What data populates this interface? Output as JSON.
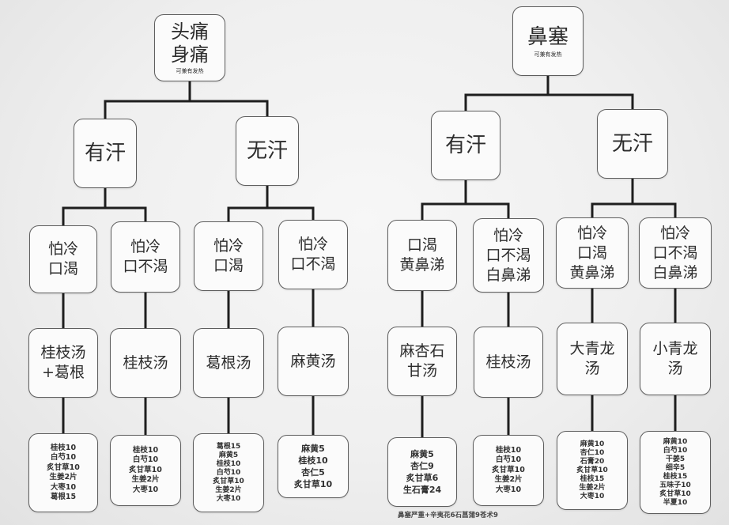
{
  "left_tree": {
    "root": {
      "lines": [
        "头痛",
        "身痛"
      ],
      "note": "可兼有发热"
    },
    "branches": [
      {
        "label": "有汗",
        "children": [
          {
            "condition": [
              "怕冷",
              "口渴"
            ],
            "formula": [
              "桂枝汤",
              "+葛根"
            ],
            "ingredients": [
              "桂枝10",
              "白芍10",
              "炙甘草10",
              "生姜2片",
              "大枣10",
              "葛根15"
            ]
          },
          {
            "condition": [
              "怕冷",
              "口不渴"
            ],
            "formula": [
              "桂枝汤"
            ],
            "ingredients": [
              "桂枝10",
              "白芍10",
              "炙甘草10",
              "生姜2片",
              "大枣10"
            ]
          }
        ]
      },
      {
        "label": "无汗",
        "children": [
          {
            "condition": [
              "怕冷",
              "口渴"
            ],
            "formula": [
              "葛根汤"
            ],
            "ingredients": [
              "葛根15",
              "麻黄5",
              "桂枝10",
              "白芍10",
              "炙甘草10",
              "生姜2片",
              "大枣10"
            ]
          },
          {
            "condition": [
              "怕冷",
              "口不渴"
            ],
            "formula": [
              "麻黄汤"
            ],
            "ingredients": [
              "麻黄5",
              "桂枝10",
              "杏仁5",
              "炙甘草10"
            ]
          }
        ]
      }
    ]
  },
  "right_tree": {
    "root": {
      "lines": [
        "鼻塞"
      ],
      "note": "可兼有发热"
    },
    "branches": [
      {
        "label": "有汗",
        "children": [
          {
            "condition": [
              "口渴",
              "黄鼻涕"
            ],
            "formula": [
              "麻杏石",
              "甘汤"
            ],
            "ingredients": [
              "麻黄5",
              "杏仁9",
              "炙甘草6",
              "生石膏24"
            ]
          },
          {
            "condition": [
              "怕冷",
              "口不渴",
              "白鼻涕"
            ],
            "formula": [
              "桂枝汤"
            ],
            "ingredients": [
              "桂枝10",
              "白芍10",
              "炙甘草10",
              "生姜2片",
              "大枣10"
            ]
          }
        ]
      },
      {
        "label": "无汗",
        "children": [
          {
            "condition": [
              "怕冷",
              "口渴",
              "黄鼻涕"
            ],
            "formula": [
              "大青龙",
              "汤"
            ],
            "ingredients": [
              "麻黄10",
              "杏仁10",
              "石膏20",
              "炙甘草10",
              "桂枝15",
              "生姜2片",
              "大枣10"
            ]
          },
          {
            "condition": [
              "怕冷",
              "口不渴",
              "白鼻涕"
            ],
            "formula": [
              "小青龙",
              "汤"
            ],
            "ingredients": [
              "麻黄10",
              "白芍10",
              "干姜5",
              "细辛5",
              "桂枝15",
              "五味子10",
              "炙甘草10",
              "半夏10"
            ]
          }
        ]
      }
    ]
  },
  "footnote": "鼻塞严重+辛夷花6石菖蒲9苍术9",
  "colors": {
    "line": "#1e1e1e",
    "box_border": "#5e5e5e",
    "box_fill": "#fbfbfb",
    "paper": "#efefef"
  }
}
